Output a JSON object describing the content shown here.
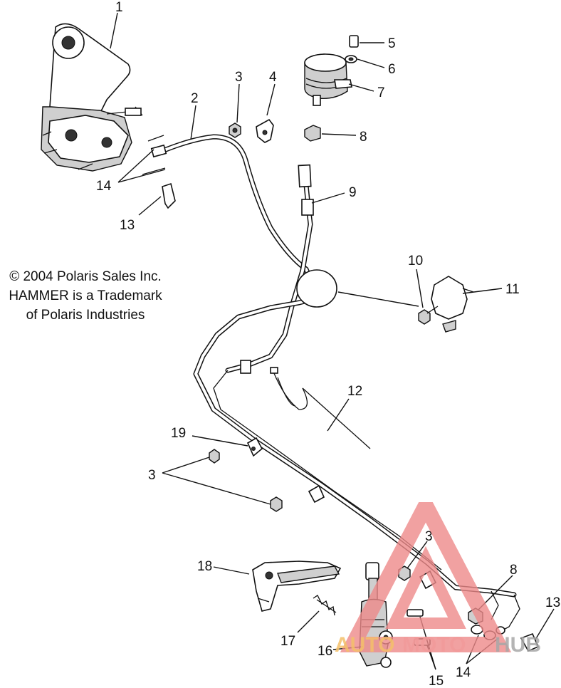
{
  "copyright": {
    "line1": "© 2004 Polaris Sales Inc.",
    "line2": "HAMMER is a Trademark",
    "line3": "of Polaris Industries"
  },
  "callouts": {
    "c1": "1",
    "c2": "2",
    "c3a": "3",
    "c3b": "3",
    "c3c": "3",
    "c4": "4",
    "c5": "5",
    "c6": "6",
    "c7": "7",
    "c8a": "8",
    "c8b": "8",
    "c9": "9",
    "c10": "10",
    "c11": "11",
    "c12": "12",
    "c13a": "13",
    "c13b": "13",
    "c14a": "14",
    "c14b": "14",
    "c15": "15",
    "c16": "16",
    "c17": "17",
    "c18": "18",
    "c19": "19"
  },
  "watermark": {
    "part1": "AUTO",
    "part2": "MOTO",
    "part3": "HUB",
    "colors": {
      "auto": "#f4c06a",
      "moto": "#f29b9b",
      "hub": "#a8a8a8",
      "triangle": "#ee8a8a"
    }
  }
}
